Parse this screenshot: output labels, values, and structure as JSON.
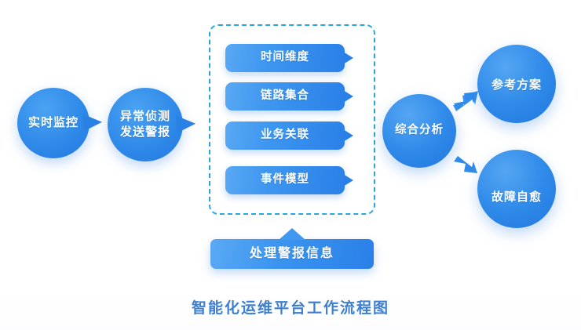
{
  "caption": "智能化运维平台工作流程图",
  "colors": {
    "node_blue": "#2f8ae9",
    "pill_gradient_start": "#59a8f4",
    "pill_gradient_end": "#2a80e8",
    "dashed_border": "#2aa6dd",
    "caption_text": "#3d7fd0",
    "node_text": "#ffffff",
    "background": "#ffffff"
  },
  "flow": {
    "stage_monitor": {
      "label": "实时监控",
      "shape": "speech-bubble-ellipse"
    },
    "stage_detect": {
      "line1": "异常侦测",
      "line2": "发送警报",
      "shape": "speech-bubble-ellipse"
    },
    "analysis_group": {
      "border_style": "dashed",
      "items": [
        {
          "label": "时间维度"
        },
        {
          "label": "链路集合"
        },
        {
          "label": "业务关联"
        },
        {
          "label": "事件模型"
        }
      ]
    },
    "stage_process": {
      "label": "处理警报信息",
      "shape": "rounded-bar-with-top-tail"
    },
    "stage_analyze": {
      "label": "综合分析",
      "shape": "circle"
    },
    "outcomes": [
      {
        "label": "参考方案",
        "shape": "circle"
      },
      {
        "label": "故障自愈",
        "shape": "circle"
      }
    ],
    "arrows": [
      {
        "name": "arrow-to-reference-plan",
        "direction": "up-right"
      },
      {
        "name": "arrow-to-self-healing",
        "direction": "down-right"
      }
    ]
  }
}
